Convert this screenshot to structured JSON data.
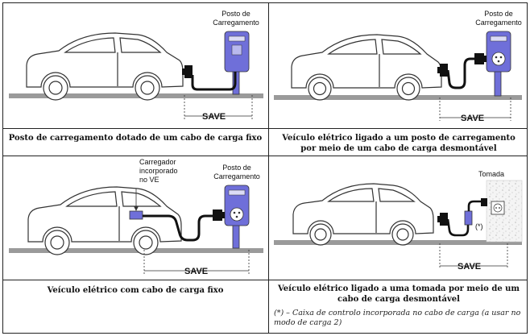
{
  "panels": [
    {
      "caption": "Posto de carregamento dotado de um cabo de carga fixo",
      "station_label_line1": "Posto de",
      "station_label_line2": "Carregamento",
      "save_label": "SAVE"
    },
    {
      "caption": "Veículo elétrico ligado a um posto de carregamento por meio de um cabo de carga desmontável",
      "station_label_line1": "Posto de",
      "station_label_line2": "Carregamento",
      "save_label": "SAVE"
    },
    {
      "caption": "Veículo elétrico com cabo de carga fixo",
      "station_label_line1": "Posto de",
      "station_label_line2": "Carregamento",
      "charger_label_line1": "Carregador",
      "charger_label_line2": "incorporado",
      "charger_label_line3": "no VE",
      "save_label": "SAVE"
    },
    {
      "caption": "Veículo elétrico ligado a uma tomada por meio de um cabo de carga desmontável",
      "outlet_label": "Tomada",
      "control_box_marker": "(*)",
      "save_label": "SAVE",
      "note": "(*) – Caixa de controlo incorporada no cabo de carga (a usar no modo de carga 2)"
    }
  ],
  "colors": {
    "station_blue": "#6f6fd9",
    "cable": "#111111",
    "ground": "#9a9a9a",
    "car_outline": "#333333"
  }
}
